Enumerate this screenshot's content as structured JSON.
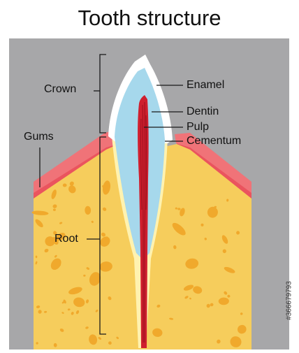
{
  "title": "Tooth structure",
  "labels": {
    "crown": "Crown",
    "gums": "Gums",
    "root": "Root",
    "enamel": "Enamel",
    "dentin": "Dentin",
    "pulp": "Pulp",
    "cementum": "Cementum"
  },
  "stock_id": "#366679793",
  "colors": {
    "background_panel": "#a7a7a9",
    "bone": "#f6cd5c",
    "bone_spots": "#f0a92c",
    "gum": "#f07378",
    "gum_dark": "#ea545e",
    "enamel": "#ffffff",
    "dentin": "#a6d8ec",
    "cementum": "#fff2b0",
    "pulp": "#cf1f2e",
    "pulp_lines": "#8c0d1a",
    "lines": "#1a1a1a"
  }
}
